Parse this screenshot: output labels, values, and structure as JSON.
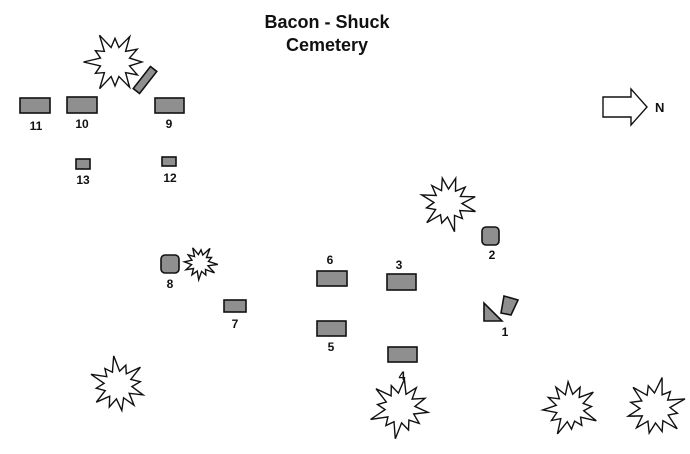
{
  "title": {
    "line1": "Bacon - Shuck",
    "line2": "Cemetery"
  },
  "compass": {
    "label": "N"
  },
  "stones": {
    "s1": "1",
    "s2": "2",
    "s3": "3",
    "s4": "4",
    "s5": "5",
    "s6": "6",
    "s7": "7",
    "s8": "8",
    "s9": "9",
    "s10": "10",
    "s11": "11",
    "s12": "12",
    "s13": "13"
  },
  "colors": {
    "stone_fill": "#8f8f8f",
    "outline": "#111111"
  }
}
